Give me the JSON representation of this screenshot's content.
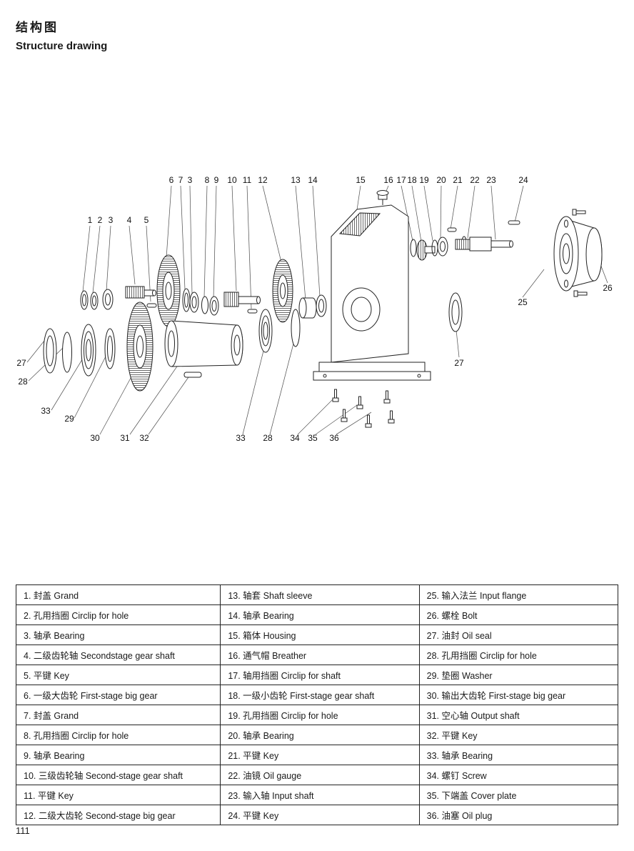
{
  "header": {
    "title_zh": "结构图",
    "title_en": "Structure drawing"
  },
  "footer": {
    "page_number": "111"
  },
  "diagram": {
    "callouts": [
      "6",
      "7",
      "3",
      "8",
      "9",
      "10",
      "11",
      "12",
      "13",
      "14",
      "15",
      "16",
      "17",
      "18",
      "19",
      "20",
      "21",
      "22",
      "23",
      "24",
      "1",
      "2",
      "3",
      "4",
      "5",
      "25",
      "26",
      "27",
      "28",
      "33",
      "29",
      "30",
      "31",
      "32",
      "33",
      "28",
      "34",
      "35",
      "36",
      "27"
    ]
  },
  "parts": {
    "col1": [
      "1. 封盖 Grand",
      "2. 孔用挡圈 Circlip for hole",
      "3. 轴承 Bearing",
      "4. 二级齿轮轴 Secondstage gear shaft",
      "5. 平键 Key",
      "6. 一级大齿轮 First-stage big gear",
      "7. 封盖 Grand",
      "8. 孔用挡圈 Circlip for hole",
      "9. 轴承 Bearing",
      "10. 三级齿轮轴 Second-stage gear shaft",
      "11. 平键 Key",
      "12. 二级大齿轮 Second-stage big gear"
    ],
    "col2": [
      "13. 轴套 Shaft sleeve",
      "14. 轴承 Bearing",
      "15. 箱体 Housing",
      "16. 通气帽 Breather",
      "17. 轴用挡圈 Circlip for shaft",
      "18. 一级小齿轮 First-stage gear shaft",
      "19. 孔用挡圈 Circlip for hole",
      "20. 轴承 Bearing",
      "21. 平键 Key",
      "22. 油镜 Oil gauge",
      "23. 输入轴 Input shaft",
      "24. 平键 Key"
    ],
    "col3": [
      "25. 输入法兰 Input flange",
      "26. 螺栓 Bolt",
      "27. 油封 Oil seal",
      "28. 孔用挡圈 Circlip for hole",
      "29. 垫圈 Washer",
      "30. 输出大齿轮 First-stage big gear",
      "31. 空心轴 Output shaft",
      "32. 平键 Key",
      "33. 轴承 Bearing",
      "34. 螺钉 Screw",
      "35. 下端盖 Cover plate",
      "36. 油塞 Oil plug"
    ]
  }
}
